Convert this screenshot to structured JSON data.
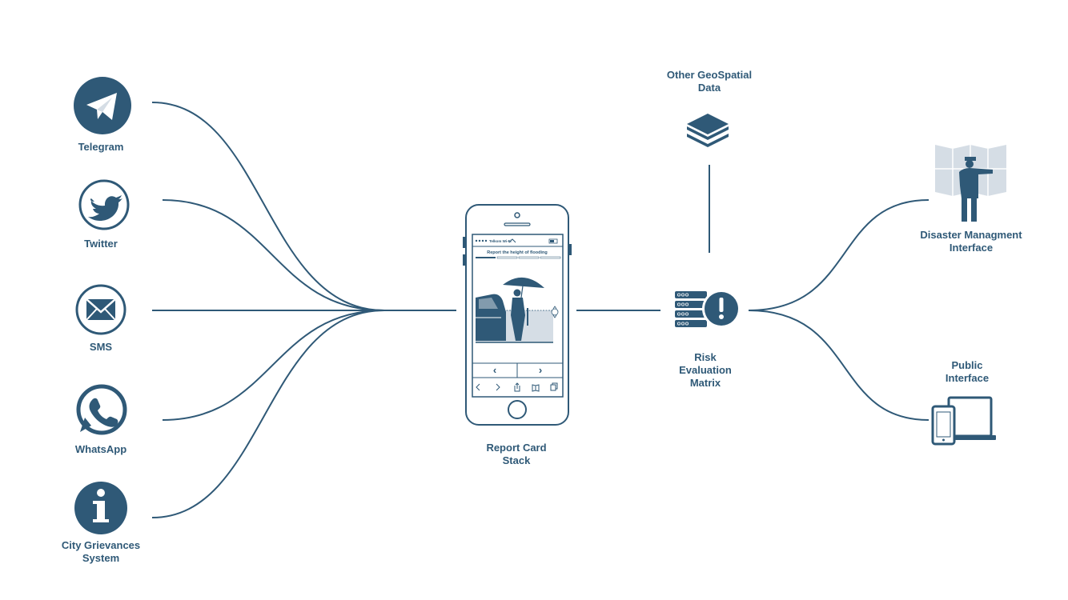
{
  "colors": {
    "primary": "#2f5977",
    "light": "#d5dde5",
    "white": "#ffffff"
  },
  "sources": [
    {
      "label": "Telegram",
      "icon": "telegram-icon"
    },
    {
      "label": "Twitter",
      "icon": "twitter-icon"
    },
    {
      "label": "SMS",
      "icon": "envelope-icon"
    },
    {
      "label": "WhatsApp",
      "icon": "whatsapp-icon"
    },
    {
      "label": "City Grievances\nSystem",
      "icon": "info-icon"
    }
  ],
  "hub": {
    "label": "Report Card\nStack",
    "icon": "smartphone-icon"
  },
  "phone_screen": {
    "carrier": "Telkom Wi-Fi",
    "prompt": "Report the height of flooding",
    "prev": "‹",
    "next": "›"
  },
  "geodata": {
    "label": "Other GeoSpatial\nData",
    "icon": "layers-icon"
  },
  "risk": {
    "label": "Risk\nEvaluation\nMatrix",
    "icon": "alert-server-icon"
  },
  "outputs": [
    {
      "label": "Disaster Managment\nInterface",
      "icon": "officer-map-icon"
    },
    {
      "label": "Public\nInterface",
      "icon": "devices-icon"
    }
  ]
}
